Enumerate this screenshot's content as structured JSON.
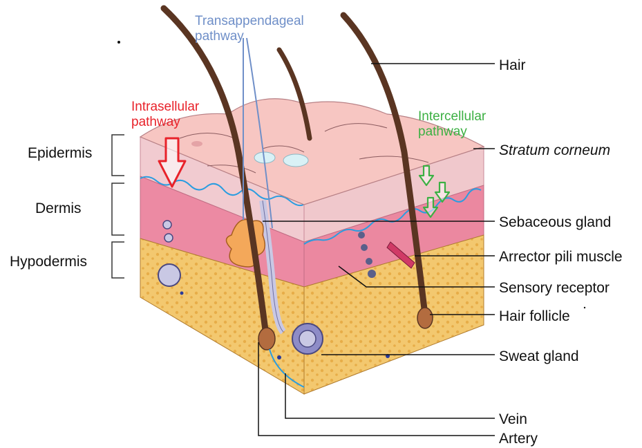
{
  "colors": {
    "intracellular": "#e8222a",
    "intercellular": "#3cb043",
    "transappendageal": "#6f8fc8",
    "label": "#111111",
    "skin_top": "#f6c7c3",
    "epidermis": "#f3d0cf",
    "dermis": "#ec93a8",
    "hypodermis": "#f1c56a",
    "hair": "#5a3522"
  },
  "pathways": {
    "transappendageal": [
      "Transappendageal",
      "pathway"
    ],
    "intracellular": [
      "Intrasellular",
      "pathway"
    ],
    "intercellular": [
      "Intercellular",
      "pathway"
    ]
  },
  "layers": {
    "epidermis": "Epidermis",
    "dermis": "Dermis",
    "hypodermis": "Hypodermis"
  },
  "labels": {
    "hair": "Hair",
    "stratum_corneum": "Stratum corneum",
    "sebaceous_gland": "Sebaceous gland",
    "arrector_pili_muscle": "Arrector pili muscle",
    "sensory_receptor": "Sensory receptor",
    "hair_follicle": "Hair follicle",
    "sweat_gland": "Sweat gland",
    "vein": "Vein",
    "artery": "Artery"
  },
  "icons": {
    "intracellular_arrow": "arrow-down-outline-icon",
    "intercellular_arrows": "arrow-down-outline-icon"
  }
}
